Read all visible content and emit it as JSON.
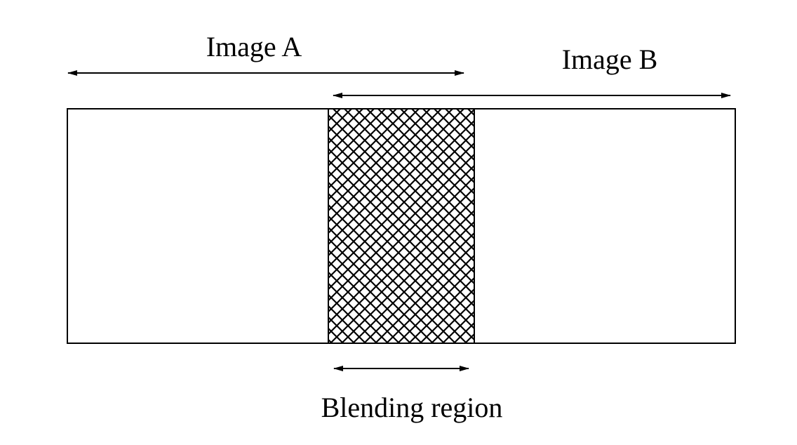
{
  "labels": {
    "image_a": "Image A",
    "image_b": "Image B",
    "blending_region": "Blending region"
  },
  "colors": {
    "stroke": "#000000",
    "background": "#ffffff",
    "hatch": "#000000"
  }
}
